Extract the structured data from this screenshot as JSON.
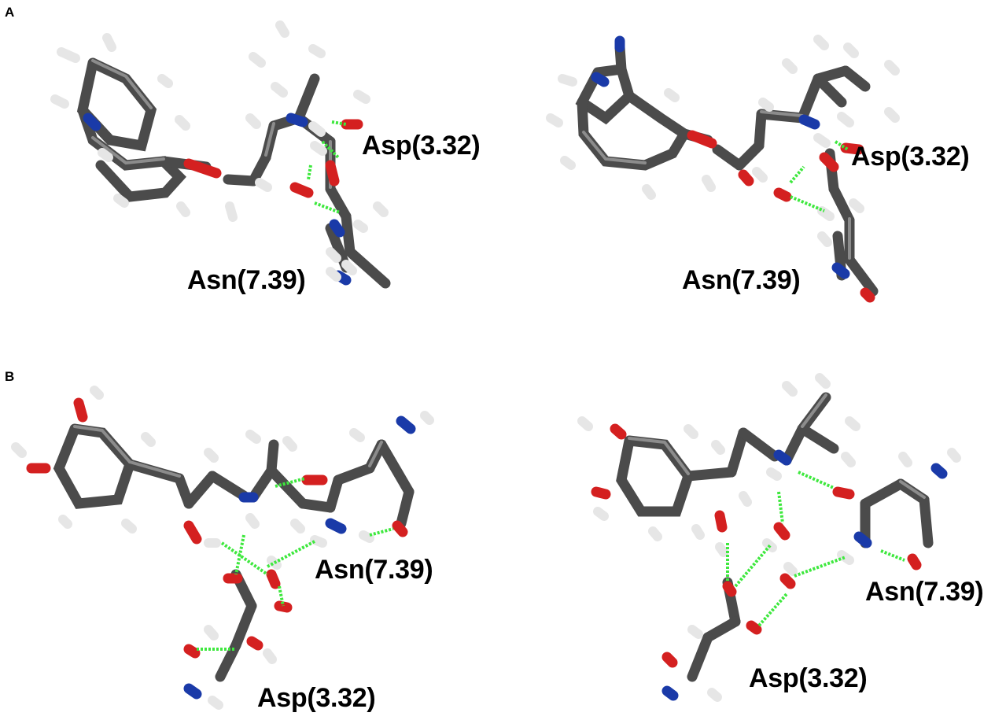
{
  "panels": [
    {
      "letter": "A",
      "views": [
        {
          "labels": {
            "asp": "Asp(3.32)",
            "asn": "Asn(7.39)"
          }
        },
        {
          "labels": {
            "asp": "Asp(3.32)",
            "asn": "Asn(7.39)"
          }
        }
      ]
    },
    {
      "letter": "B",
      "views": [
        {
          "labels": {
            "asp": "Asp(3.32)",
            "asn": "Asn(7.39)"
          }
        },
        {
          "labels": {
            "asp": "Asp(3.32)",
            "asn": "Asn(7.39)"
          }
        }
      ]
    }
  ],
  "colors": {
    "carbon": "#4a4a4a",
    "carbon_highlight": "#8a8a8a",
    "hydrogen": "#e8e8e8",
    "oxygen": "#d42020",
    "nitrogen": "#1a3aa8",
    "hbond": "#3ee83e",
    "background": "#ffffff"
  }
}
